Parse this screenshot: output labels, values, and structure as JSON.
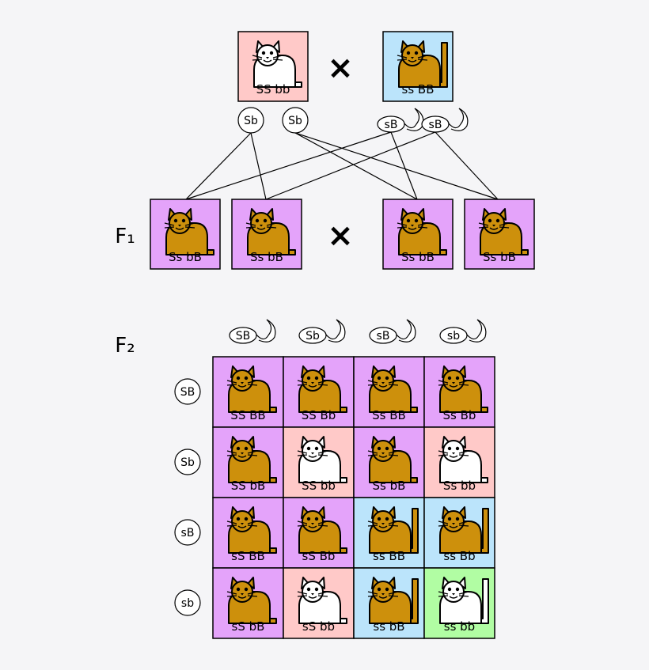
{
  "colors": {
    "background": "#f5f5f7",
    "pink": "#ffc9c8",
    "blue": "#bbe4fb",
    "purple": "#e4a3fa",
    "green": "#b1fda3",
    "cat_orange": "#cd900c",
    "cat_white": "#ffffff",
    "outline": "#000000"
  },
  "parents": {
    "cross_symbol": "×",
    "left": {
      "genotype": "SS bb",
      "color": "pink",
      "cat": "white",
      "tail": "short"
    },
    "right": {
      "genotype": "ss BB",
      "color": "blue",
      "cat": "orange",
      "tail": "long"
    },
    "gametes": [
      {
        "label": "Sb",
        "sperm": false
      },
      {
        "label": "Sb",
        "sperm": false
      },
      {
        "label": "sB",
        "sperm": true
      },
      {
        "label": "sB",
        "sperm": true
      }
    ]
  },
  "f1": {
    "label": "F₁",
    "cross_symbol": "×",
    "offspring": [
      {
        "genotype": "Ss bB",
        "color": "purple",
        "cat": "orange",
        "tail": "short"
      },
      {
        "genotype": "Ss bB",
        "color": "purple",
        "cat": "orange",
        "tail": "short"
      },
      {
        "genotype": "Ss bB",
        "color": "purple",
        "cat": "orange",
        "tail": "short"
      },
      {
        "genotype": "Ss bB",
        "color": "purple",
        "cat": "orange",
        "tail": "short"
      }
    ]
  },
  "f2": {
    "label": "F₂",
    "column_gametes": [
      "SB",
      "Sb",
      "sB",
      "sb"
    ],
    "row_gametes": [
      "SB",
      "Sb",
      "sB",
      "sb"
    ],
    "grid": [
      [
        {
          "genotype": "SS BB",
          "color": "purple",
          "cat": "orange",
          "tail": "short"
        },
        {
          "genotype": "SS Bb",
          "color": "purple",
          "cat": "orange",
          "tail": "short"
        },
        {
          "genotype": "Ss BB",
          "color": "purple",
          "cat": "orange",
          "tail": "short"
        },
        {
          "genotype": "Ss Bb",
          "color": "purple",
          "cat": "orange",
          "tail": "short"
        }
      ],
      [
        {
          "genotype": "SS bB",
          "color": "purple",
          "cat": "orange",
          "tail": "short"
        },
        {
          "genotype": "SS bb",
          "color": "pink",
          "cat": "white",
          "tail": "short"
        },
        {
          "genotype": "Ss bB",
          "color": "purple",
          "cat": "orange",
          "tail": "short"
        },
        {
          "genotype": "Ss bb",
          "color": "pink",
          "cat": "white",
          "tail": "short"
        }
      ],
      [
        {
          "genotype": "sS BB",
          "color": "purple",
          "cat": "orange",
          "tail": "short"
        },
        {
          "genotype": "sS Bb",
          "color": "purple",
          "cat": "orange",
          "tail": "short"
        },
        {
          "genotype": "ss BB",
          "color": "blue",
          "cat": "orange",
          "tail": "long"
        },
        {
          "genotype": "ss Bb",
          "color": "blue",
          "cat": "orange",
          "tail": "long"
        }
      ],
      [
        {
          "genotype": "sS bB",
          "color": "purple",
          "cat": "orange",
          "tail": "short"
        },
        {
          "genotype": "sS bb",
          "color": "pink",
          "cat": "white",
          "tail": "short"
        },
        {
          "genotype": "ss bB",
          "color": "blue",
          "cat": "orange",
          "tail": "long"
        },
        {
          "genotype": "ss bb",
          "color": "green",
          "cat": "white",
          "tail": "long"
        }
      ]
    ]
  }
}
